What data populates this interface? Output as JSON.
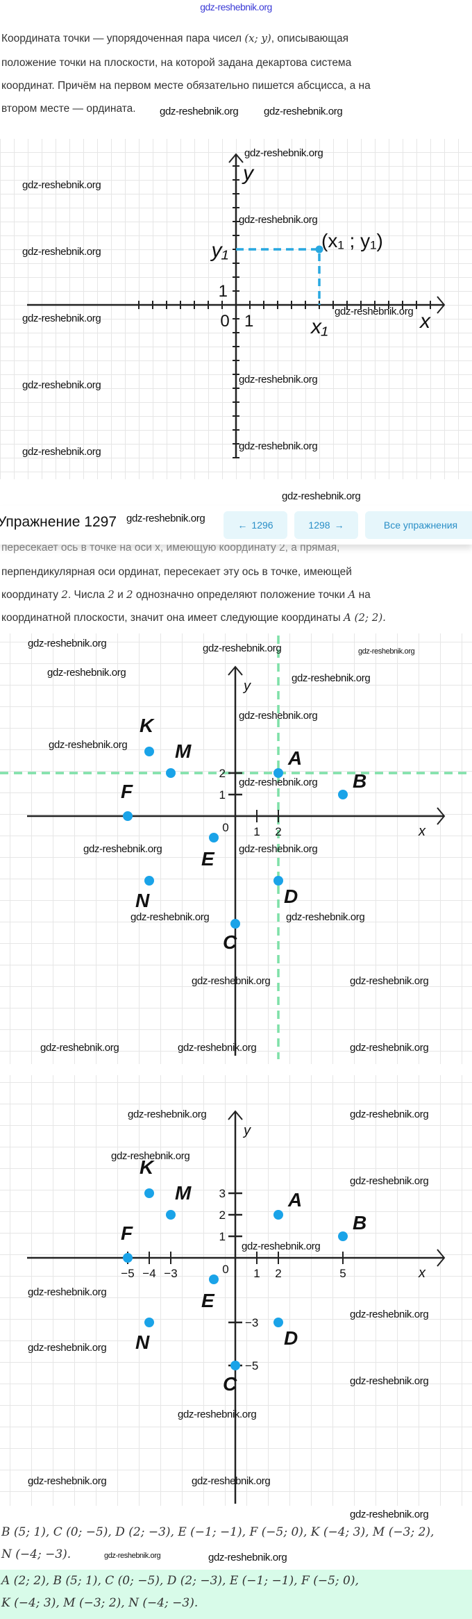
{
  "watermark": "gdz-reshebnik.org",
  "intro": {
    "line1_a": "Координата точки — упорядоченная пара чисел ",
    "line1_math": "(x; y)",
    "line1_b": ", описывающая",
    "line2": "положение точки на плоскости, на которой задана декартова система",
    "line3": "координат. Причём на первом месте обязательно пишется абсцисса, а на",
    "line4": "втором месте — ордината."
  },
  "diagram1": {
    "y_label": "y",
    "x_label": "x",
    "origin_label": "0",
    "unit_label": "1",
    "y1_label": "y₁",
    "x1_label": "x₁",
    "point_label": "(x₁ ; y₁)",
    "point_color": "#29a8e0"
  },
  "header": {
    "title": "Упражнение 1297",
    "prev_label": "1296",
    "next_label": "1298",
    "all_label": "Все упражнения",
    "accent": "#2a8fc7"
  },
  "solution": {
    "line0": "пересекает ось в точке на оси x, имеющую координату 2, а прямая,",
    "line1": "перпендикулярная оси ординат, пересекает эту ось в точке, имеющей",
    "line2_a": "координату ",
    "line2_m1": "2",
    "line2_b": ". Числа ",
    "line2_m2": "2",
    "line2_c": " и ",
    "line2_m3": "2",
    "line2_d": " однозначно определяют положение точки ",
    "line2_m4": "A",
    "line2_e": " на",
    "line3_a": "координатной плоскости, значит она имеет следующие координаты ",
    "line3_m": "A (2; 2)."
  },
  "chart_data": [
    {
      "type": "scatter",
      "title": "",
      "xlabel": "x",
      "ylabel": "y",
      "guides": {
        "x": 2,
        "y": 2
      },
      "tick_labels": {
        "x": [
          "0",
          "1",
          "2"
        ],
        "y": [
          "1",
          "2"
        ]
      },
      "points": [
        {
          "name": "A",
          "x": 2,
          "y": 2
        },
        {
          "name": "B",
          "x": 5,
          "y": 1
        },
        {
          "name": "C",
          "x": 0,
          "y": -5
        },
        {
          "name": "D",
          "x": 2,
          "y": -3
        },
        {
          "name": "E",
          "x": -1,
          "y": -1
        },
        {
          "name": "F",
          "x": -5,
          "y": 0
        },
        {
          "name": "K",
          "x": -4,
          "y": 3
        },
        {
          "name": "M",
          "x": -3,
          "y": 2
        },
        {
          "name": "N",
          "x": -4,
          "y": -3
        }
      ]
    },
    {
      "type": "scatter",
      "title": "",
      "xlabel": "x",
      "ylabel": "y",
      "tick_labels": {
        "x": [
          "-5",
          "-4",
          "-3",
          "0",
          "1",
          "2",
          "5"
        ],
        "y": [
          "3",
          "2",
          "1",
          "-3",
          "-5"
        ]
      },
      "points": [
        {
          "name": "A",
          "x": 2,
          "y": 2
        },
        {
          "name": "B",
          "x": 5,
          "y": 1
        },
        {
          "name": "C",
          "x": 0,
          "y": -5
        },
        {
          "name": "D",
          "x": 2,
          "y": -3
        },
        {
          "name": "E",
          "x": -1,
          "y": -1
        },
        {
          "name": "F",
          "x": -5,
          "y": 0
        },
        {
          "name": "K",
          "x": -4,
          "y": 3
        },
        {
          "name": "M",
          "x": -3,
          "y": 2
        },
        {
          "name": "N",
          "x": -4,
          "y": -3
        }
      ]
    }
  ],
  "colors": {
    "point": "#1aa3e8",
    "guide": "#7fe0a8",
    "answer_bg": "#d8fbe9"
  },
  "list_text": {
    "line1": "B (5; 1), C (0; −5), D (2; −3), E (−1; −1), F (−5; 0), K (−4; 3), M (−3; 2),",
    "line2": "N (−4; −3)."
  },
  "answer": {
    "line1": "A (2; 2), B (5; 1), C (0; −5), D (2; −3), E (−1; −1), F (−5; 0),",
    "line2": "K (−4; 3), M (−3; 2), N (−4; −3)."
  }
}
